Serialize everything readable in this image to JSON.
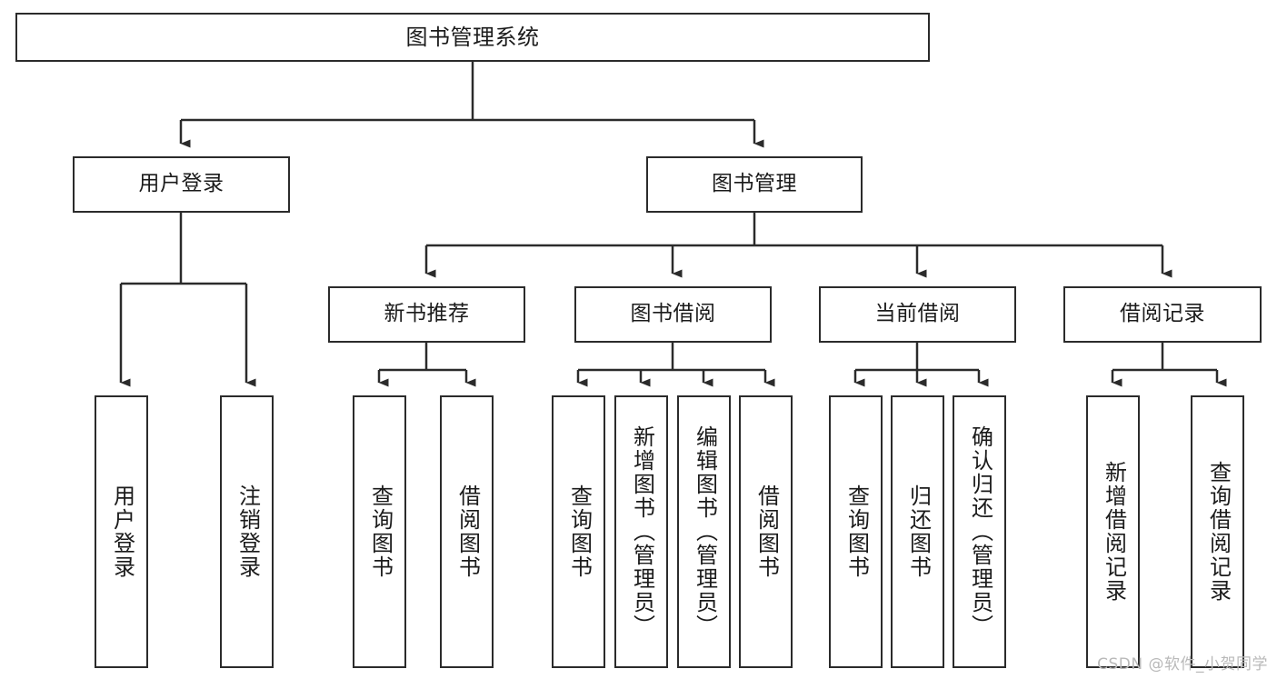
{
  "diagram": {
    "type": "tree-hierarchy",
    "title": "图书管理系统",
    "stroke_color": "#2b2b2b",
    "fill_color": "#ffffff",
    "levels": 4,
    "root": {
      "id": "root",
      "label": "图书管理系统",
      "orientation": "horizontal"
    },
    "level2": [
      {
        "id": "user-login",
        "label": "用户登录",
        "orientation": "horizontal"
      },
      {
        "id": "book-manage",
        "label": "图书管理",
        "orientation": "horizontal"
      }
    ],
    "level3": [
      {
        "id": "new-book-recommend",
        "label": "新书推荐",
        "orientation": "horizontal",
        "parent": "book-manage"
      },
      {
        "id": "book-borrow",
        "label": "图书借阅",
        "orientation": "horizontal",
        "parent": "book-manage"
      },
      {
        "id": "current-borrow",
        "label": "当前借阅",
        "orientation": "horizontal",
        "parent": "book-manage"
      },
      {
        "id": "borrow-record",
        "label": "借阅记录",
        "orientation": "horizontal",
        "parent": "book-manage"
      }
    ],
    "leaves": [
      {
        "id": "leaf-user-login",
        "label": "用户登录",
        "parent": "user-login"
      },
      {
        "id": "leaf-logout-login",
        "label": "注销登录",
        "parent": "user-login"
      },
      {
        "id": "leaf-query-book-1",
        "label": "查询图书",
        "parent": "new-book-recommend"
      },
      {
        "id": "leaf-borrow-book-1",
        "label": "借阅图书",
        "parent": "new-book-recommend"
      },
      {
        "id": "leaf-query-book-2",
        "label": "查询图书",
        "parent": "book-borrow"
      },
      {
        "id": "leaf-add-book",
        "label": "新增图书（管理员）",
        "parent": "book-borrow"
      },
      {
        "id": "leaf-edit-book",
        "label": "编辑图书（管理员）",
        "parent": "book-borrow"
      },
      {
        "id": "leaf-borrow-book-2",
        "label": "借阅图书",
        "parent": "book-borrow"
      },
      {
        "id": "leaf-query-book-3",
        "label": "查询图书",
        "parent": "current-borrow"
      },
      {
        "id": "leaf-return-book",
        "label": "归还图书",
        "parent": "current-borrow"
      },
      {
        "id": "leaf-confirm-return",
        "label": "确认归还（管理员）",
        "parent": "current-borrow"
      },
      {
        "id": "leaf-add-record",
        "label": "新增借阅记录",
        "parent": "borrow-record"
      },
      {
        "id": "leaf-query-record",
        "label": "查询借阅记录",
        "parent": "borrow-record"
      }
    ]
  },
  "watermark": {
    "text": "CSDN @软件_小贺同学",
    "color": "#b9b9b9"
  }
}
